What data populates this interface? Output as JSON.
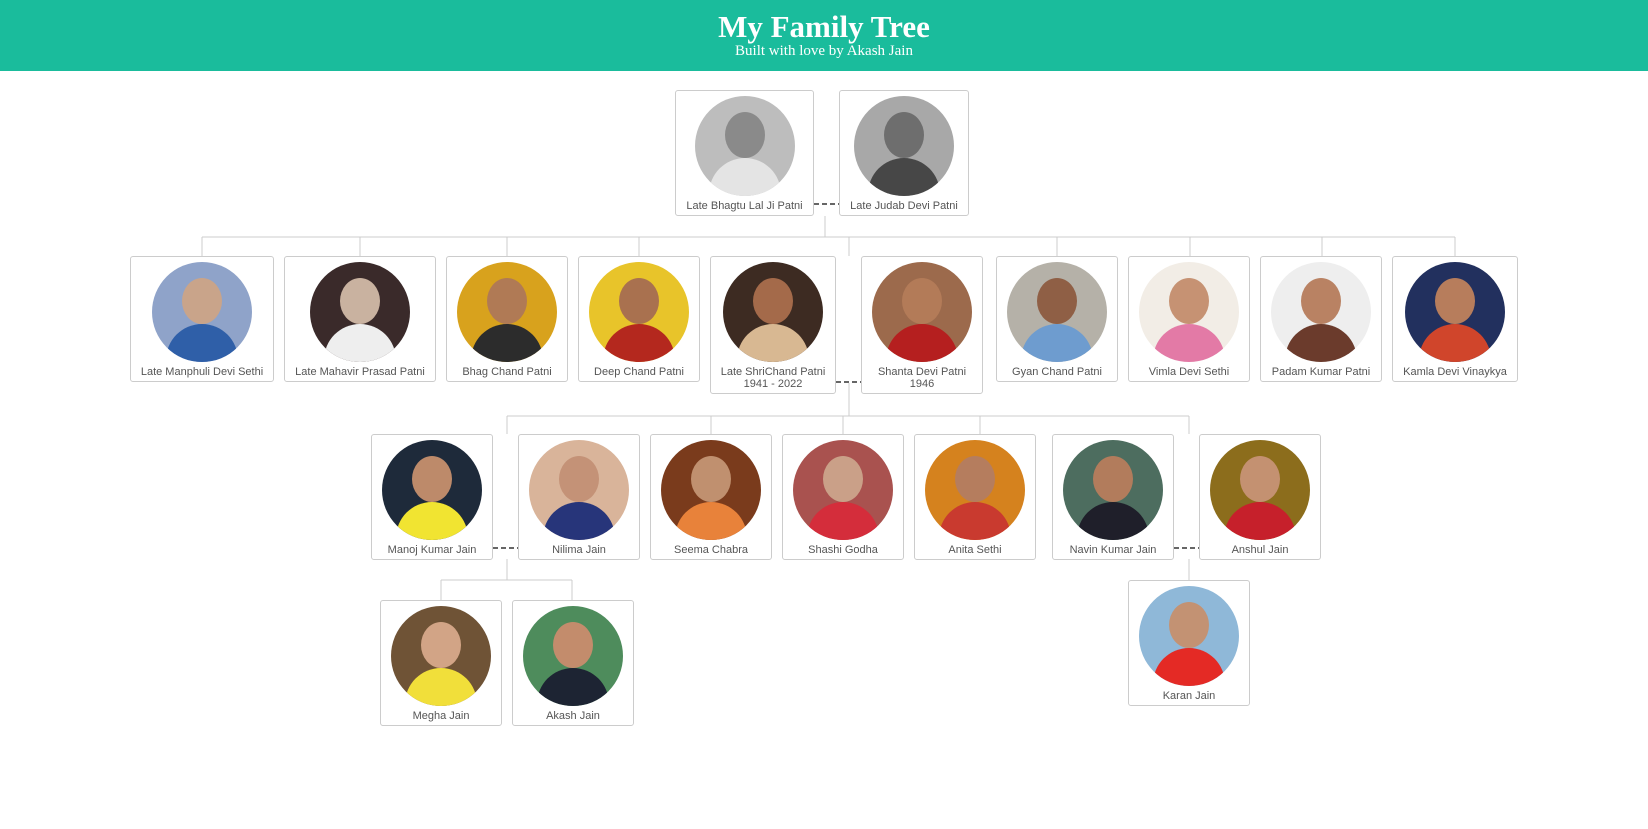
{
  "header": {
    "title": "My Family Tree",
    "subtitle": "Built with love by Akash Jain"
  },
  "members": {
    "bhagtu": {
      "name": "Late Bhagtu Lal Ji Patni",
      "years": "",
      "bg": "#bdbdbd",
      "skin": "#8a8a8a",
      "cloth": "#e4e4e4"
    },
    "judab": {
      "name": "Late Judab Devi Patni",
      "years": "",
      "bg": "#a8a8a8",
      "skin": "#6e6e6e",
      "cloth": "#474747"
    },
    "manphuli": {
      "name": "Late Manphuli Devi Sethi",
      "years": "",
      "bg": "#8fa3c9",
      "skin": "#c9a48a",
      "cloth": "#2f5fa8"
    },
    "mahavir": {
      "name": "Late Mahavir Prasad Patni",
      "years": "",
      "bg": "#3a2a2a",
      "skin": "#c9b2a0",
      "cloth": "#eeeeee"
    },
    "bhagchand": {
      "name": "Bhag Chand Patni",
      "years": "",
      "bg": "#d8a21d",
      "skin": "#b07a55",
      "cloth": "#2c2c2c"
    },
    "deepchand": {
      "name": "Deep Chand Patni",
      "years": "",
      "bg": "#e8c42a",
      "skin": "#a9714f",
      "cloth": "#b4281e"
    },
    "shrichand": {
      "name": "Late ShriChand Patni",
      "years": "1941 - 2022",
      "bg": "#3d2b22",
      "skin": "#a46a4a",
      "cloth": "#d8b892"
    },
    "shanta": {
      "name": "Shanta Devi Patni",
      "years": "1946",
      "bg": "#9c6a4c",
      "skin": "#b37b58",
      "cloth": "#b51f1f"
    },
    "gyan": {
      "name": "Gyan Chand Patni",
      "years": "",
      "bg": "#b5b1a8",
      "skin": "#8f5f45",
      "cloth": "#6e9ccf"
    },
    "vimla": {
      "name": "Vimla Devi Sethi",
      "years": "",
      "bg": "#f2ede6",
      "skin": "#c69273",
      "cloth": "#e37aa6"
    },
    "padam": {
      "name": "Padam Kumar Patni",
      "years": "",
      "bg": "#eeeeee",
      "skin": "#b98263",
      "cloth": "#6b3b2c"
    },
    "kamla": {
      "name": "Kamla Devi Vinaykya",
      "years": "",
      "bg": "#22305e",
      "skin": "#b77d5c",
      "cloth": "#d0452b"
    },
    "manoj": {
      "name": "Manoj Kumar Jain",
      "years": "",
      "bg": "#1e2a3a",
      "skin": "#bd8a6a",
      "cloth": "#f1e431"
    },
    "nilima": {
      "name": "Nilima Jain",
      "years": "",
      "bg": "#d9b49a",
      "skin": "#c49277",
      "cloth": "#27357a"
    },
    "seema": {
      "name": "Seema Chabra",
      "years": "",
      "bg": "#7a3b1c",
      "skin": "#c0906f",
      "cloth": "#e8823a"
    },
    "shashi": {
      "name": "Shashi Godha",
      "years": "",
      "bg": "#a9524f",
      "skin": "#caa088",
      "cloth": "#d42d3b"
    },
    "anita": {
      "name": "Anita Sethi",
      "years": "",
      "bg": "#d5821e",
      "skin": "#b57d5e",
      "cloth": "#c93a2f"
    },
    "navin": {
      "name": "Navin Kumar Jain",
      "years": "",
      "bg": "#4d6d5f",
      "skin": "#b27c5c",
      "cloth": "#1f1f2a"
    },
    "anshul": {
      "name": "Anshul Jain",
      "years": "",
      "bg": "#8c6d1c",
      "skin": "#c49171",
      "cloth": "#c6202b"
    },
    "megha": {
      "name": "Megha Jain",
      "years": "",
      "bg": "#6f5336",
      "skin": "#d2a486",
      "cloth": "#f1df3a"
    },
    "akash": {
      "name": "Akash Jain",
      "years": "",
      "bg": "#4e8c5c",
      "skin": "#c38c6c",
      "cloth": "#1d2433"
    },
    "karan": {
      "name": "Karan Jain",
      "years": "",
      "bg": "#8fb8d8",
      "skin": "#c39273",
      "cloth": "#e42a25"
    }
  }
}
